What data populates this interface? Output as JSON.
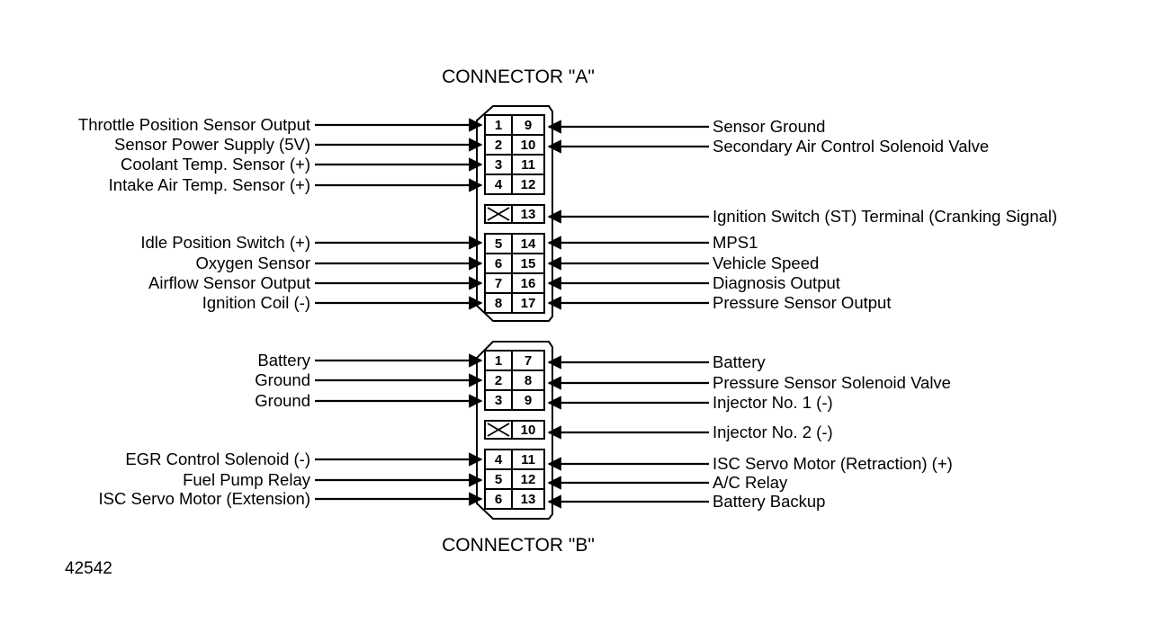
{
  "connector_a": {
    "title": "CONNECTOR \"A\"",
    "left_labels": [
      "Throttle Position Sensor Output",
      "Sensor Power Supply (5V)",
      "Coolant Temp. Sensor (+)",
      "Intake Air Temp. Sensor (+)",
      "Idle Position Switch (+)",
      "Oxygen Sensor",
      "Airflow Sensor Output",
      "Ignition Coil (-)"
    ],
    "right_labels": [
      "Sensor Ground",
      "Secondary Air Control Solenoid Valve",
      "Ignition Switch (ST) Terminal (Cranking Signal)",
      "MPS1",
      "Vehicle Speed",
      "Diagnosis Output",
      "Pressure Sensor Output"
    ],
    "left_pins": [
      "1",
      "2",
      "3",
      "4",
      "5",
      "6",
      "7",
      "8"
    ],
    "right_pins": [
      "9",
      "10",
      "11",
      "12",
      "13",
      "14",
      "15",
      "16",
      "17"
    ]
  },
  "connector_b": {
    "title": "CONNECTOR \"B\"",
    "left_labels": [
      "Battery",
      "Ground",
      "Ground",
      "EGR Control Solenoid (-)",
      "Fuel Pump Relay",
      "ISC Servo Motor (Extension)"
    ],
    "right_labels": [
      "Battery",
      "Pressure Sensor Solenoid Valve",
      "Injector No. 1 (-)",
      "Injector No. 2 (-)",
      "ISC Servo Motor (Retraction) (+)",
      "A/C Relay",
      "Battery Backup"
    ],
    "left_pins": [
      "1",
      "2",
      "3",
      "4",
      "5",
      "6"
    ],
    "right_pins": [
      "7",
      "8",
      "9",
      "10",
      "11",
      "12",
      "13"
    ]
  },
  "figure_number": "42542",
  "colors": {
    "ink": "#000000",
    "background": "#ffffff"
  }
}
